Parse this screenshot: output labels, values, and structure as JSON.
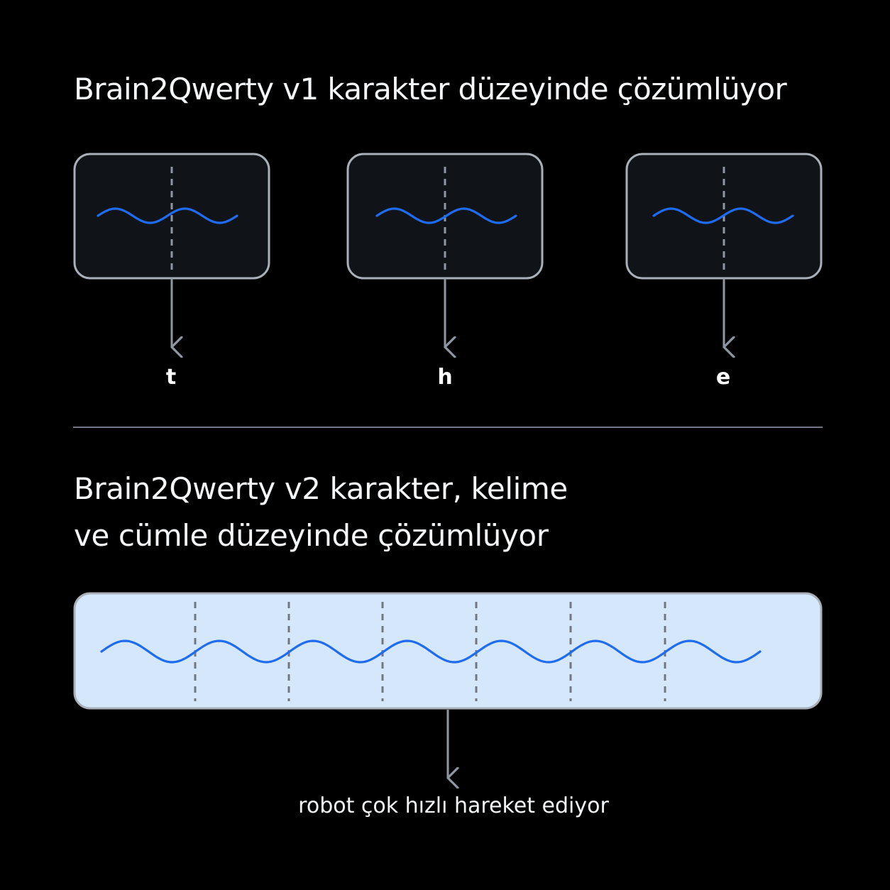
{
  "colors": {
    "background": "#000000",
    "text": "#ffffff",
    "box_fill_v1": "#101317",
    "box_stroke": "#a9b0b9",
    "box_fill_v2": "#d5e8fb",
    "wave": "#1f6cf0",
    "connector": "#8e97a3",
    "divider": "#707884"
  },
  "v1": {
    "title": "Brain2Qwerty v1 karakter düzeyinde çözümlüyor",
    "outputs": [
      "t",
      "h",
      "e"
    ]
  },
  "v2": {
    "title_lines": [
      "Brain2Qwerty v2 karakter, kelime",
      "ve cümle düzeyinde çözümlüyor"
    ],
    "output": "robot çok hızlı hareket ediyor"
  }
}
